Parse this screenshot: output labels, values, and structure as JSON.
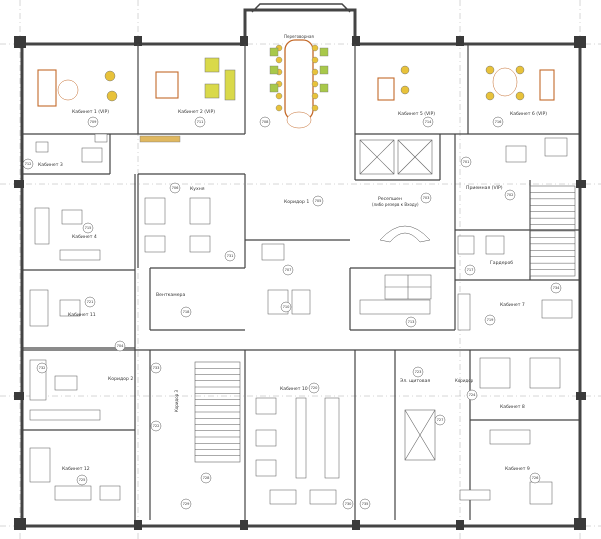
{
  "plan": {
    "rooms": [
      {
        "id": "cab1",
        "label": "Кабинет 1 (VIP)",
        "num": "709"
      },
      {
        "id": "cab2",
        "label": "Кабинет 2 (VIP)",
        "num": "711"
      },
      {
        "id": "conf",
        "label": "Переговорная",
        "num": "708"
      },
      {
        "id": "cab5",
        "label": "Кабинет 5 (VIP)",
        "num": "714"
      },
      {
        "id": "cab6",
        "label": "Кабинет 6 (VIP)",
        "num": "716"
      },
      {
        "id": "cab3",
        "label": "Кабинет 3",
        "num": "712"
      },
      {
        "id": "kitchen",
        "label": "Кухня",
        "num": "706"
      },
      {
        "id": "corr1",
        "label": "Коридор 1",
        "num": "705"
      },
      {
        "id": "reception",
        "label": "Ресепшен",
        "num": "703"
      },
      {
        "id": "reception_sub",
        "label": "(либо резерв к Входу)",
        "num": ""
      },
      {
        "id": "lobbyvip",
        "label": "Приемная (VIP)",
        "num": "702"
      },
      {
        "id": "cab4",
        "label": "Кабинет 4",
        "num": "715"
      },
      {
        "id": "wardrobe",
        "label": "Гардероб",
        "num": "717"
      },
      {
        "id": "venti",
        "label": "Венткамера",
        "num": "718"
      },
      {
        "id": "cab11",
        "label": "Кабинет 11",
        "num": "721"
      },
      {
        "id": "cab7",
        "label": "Кабинет 7",
        "num": "719"
      },
      {
        "id": "corr2",
        "label": "Коридор 2",
        "num": "704"
      },
      {
        "id": "corr3",
        "label": "Коридор 3",
        "num": "722"
      },
      {
        "id": "cab10",
        "label": "Кабинет 10",
        "num": "720"
      },
      {
        "id": "hall",
        "label": "Эл. щитовая",
        "num": "723"
      },
      {
        "id": "cab8",
        "label": "Кабинет 8",
        "num": "724"
      },
      {
        "id": "cab12",
        "label": "Кабинет 12",
        "num": "725"
      },
      {
        "id": "cab9",
        "label": "Кабинет 9",
        "num": "726"
      },
      {
        "id": "stair",
        "label": "Коридор",
        "num": "727"
      }
    ],
    "extra_tags": [
      "701",
      "707",
      "710",
      "713",
      "728",
      "729",
      "730",
      "731",
      "732",
      "733",
      "734",
      "735"
    ]
  }
}
